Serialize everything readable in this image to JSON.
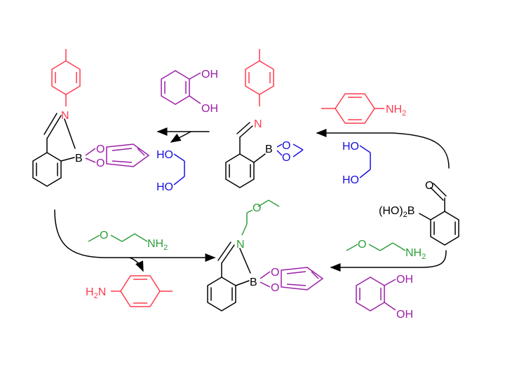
{
  "colors": {
    "black": "#000000",
    "red": "#ff3b4e",
    "purple": "#9b1fa8",
    "blue": "#1a10e0",
    "green": "#2e9e3a"
  },
  "labels": {
    "n": "N",
    "b": "B",
    "o": "O",
    "oh": "OH",
    "ho": "HO",
    "nh": "NH",
    "two": "2",
    "h": "H",
    "n_suffix": "N",
    "boronic_prefix": "(HO)",
    "boronic_b": "B"
  }
}
